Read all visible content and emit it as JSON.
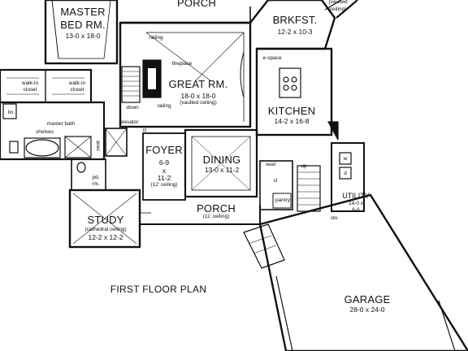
{
  "plan_title": "FIRST FLOOR PLAN",
  "rooms": {
    "master": {
      "name_1": "MASTER",
      "name_2": "BED RM.",
      "dims": "13-0 x 18-0"
    },
    "porch_top": {
      "name": "PORCH"
    },
    "brkfst": {
      "name": "BRKFST.",
      "dims": "12-2 x 10-3"
    },
    "vaulted_top": {
      "line1": "(vaulted",
      "line2": "ceiling)"
    },
    "great": {
      "name": "GREAT RM.",
      "dims": "18-0 x 18-0",
      "note": "(vaulted ceiling)"
    },
    "kitchen": {
      "name": "KITCHEN",
      "dims": "14-2 x 16-8"
    },
    "foyer": {
      "name": "FOYER",
      "d1": "6-9",
      "d2": "x",
      "d3": "11-2",
      "note": "(12' ceiling)"
    },
    "dining": {
      "name": "DINING",
      "dims": "13-0 x 11-2"
    },
    "porch_bottom": {
      "name": "PORCH",
      "note": "(11' ceiling)"
    },
    "study": {
      "name": "STUDY",
      "note": "(cathedral ceiling)",
      "dims": "12-2 x 12-2"
    },
    "utility": {
      "name": "UTILITY",
      "d1": "14-0 x",
      "d2": "6-6"
    },
    "garage": {
      "name": "GARAGE",
      "dims": "28-0 x 24-0"
    }
  },
  "labels": {
    "walkin_left_1": "walk-in",
    "walkin_left_2": "closet",
    "walkin_right_1": "walk-in",
    "walkin_right_2": "closet",
    "lin": "lin.",
    "master_bath": "master bath",
    "shelves": "shelves",
    "seat_bath": "seat",
    "pd_rm_1": "pd.",
    "pd_rm_2": "rm.",
    "elevator": "elevator",
    "cl_foyer": "cl",
    "railing_top": "railing",
    "fireplace": "fireplace",
    "railing_bottom": "railing",
    "down": "down",
    "e_space": "e-space",
    "seat_mud": "seat",
    "cl_mud": "cl",
    "pantry": "pantry",
    "up": "up",
    "w": "w",
    "d": "d",
    "sto": "sto."
  }
}
